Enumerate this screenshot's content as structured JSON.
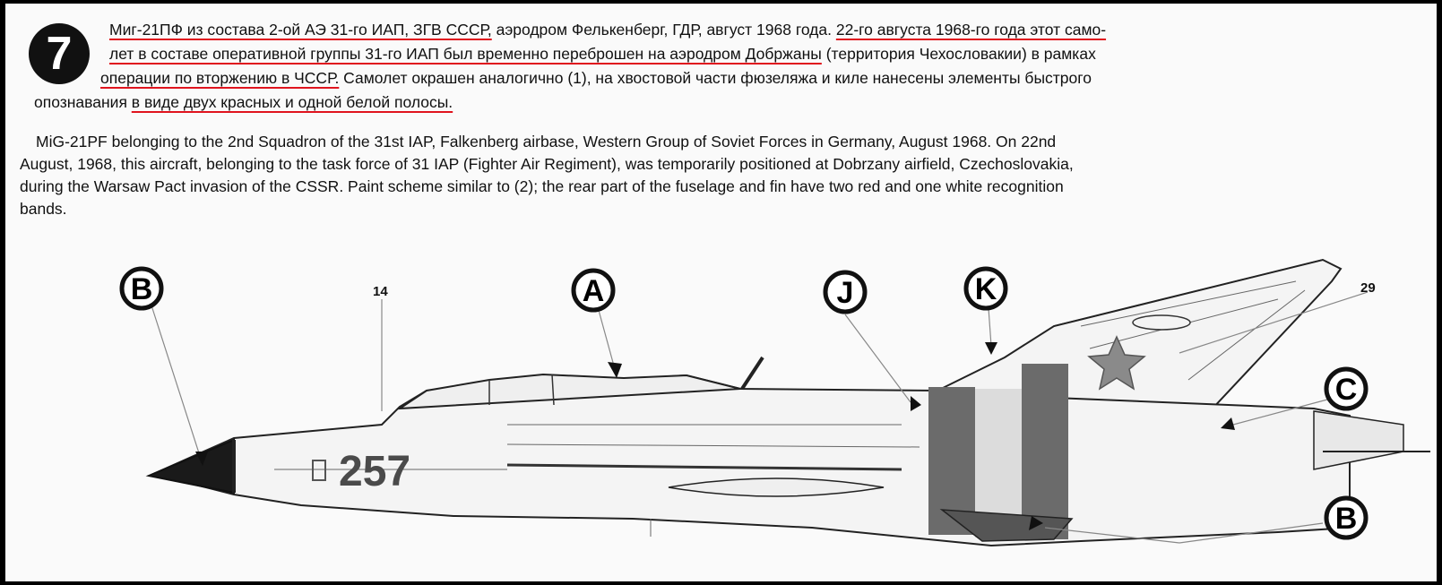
{
  "profile_number": "7",
  "russian_caption": {
    "line1_a": "Миг-21ПФ из состава 2-ой АЭ 31-го ИАП, ЗГВ СССР,",
    "line1_b": " аэродром Фелькенберг, ГДР, август 1968 года. ",
    "line1_c": "22-го августа 1968-го года этот само-",
    "line2_a": "лет в составе оперативной группы 31-го ИАП был временно переброшен на аэродром Добржаны",
    "line2_b": " (территория Чехословакии) в рамках",
    "line3_a": "операции по вторжению в ЧССР.",
    "line3_b": "  Самолет окрашен аналогично (1), на хвостовой части фюзеляжа и киле нанесены элементы быстрого",
    "line4_a": "опознавания ",
    "line4_b": "в  виде  двух красных и одной белой полосы."
  },
  "english_caption": {
    "line1": "MiG-21PF belonging to the 2nd Squadron of the 31st IAP, Falkenberg airbase, Western Group of Soviet Forces in Germany, August 1968. On  22nd",
    "line2": "August,  1968,  this  aircraft, belonging to the task  force of 31 IAP (Fighter Air Regiment), was temporarily positioned at Dobrzany  airfield, Czechoslovakia,",
    "line3": "during the Warsaw Pact invasion of the CSSR. Paint scheme similar to (2); the rear part of the fuselage and fin have two red and one white  recognition",
    "line4": "bands."
  },
  "callouts": {
    "b_nose": "B",
    "a": "A",
    "j": "J",
    "k": "K",
    "c": "C",
    "b_belly": "B"
  },
  "numbers": {
    "n14": "14",
    "n29": "29"
  },
  "tail_number": "257",
  "colors": {
    "underline": "#e0141e",
    "star": "#8a8a8a",
    "band_dark": "#6b6b6b",
    "band_light": "#dcdcdc",
    "nose_cone": "#1a1a1a"
  }
}
